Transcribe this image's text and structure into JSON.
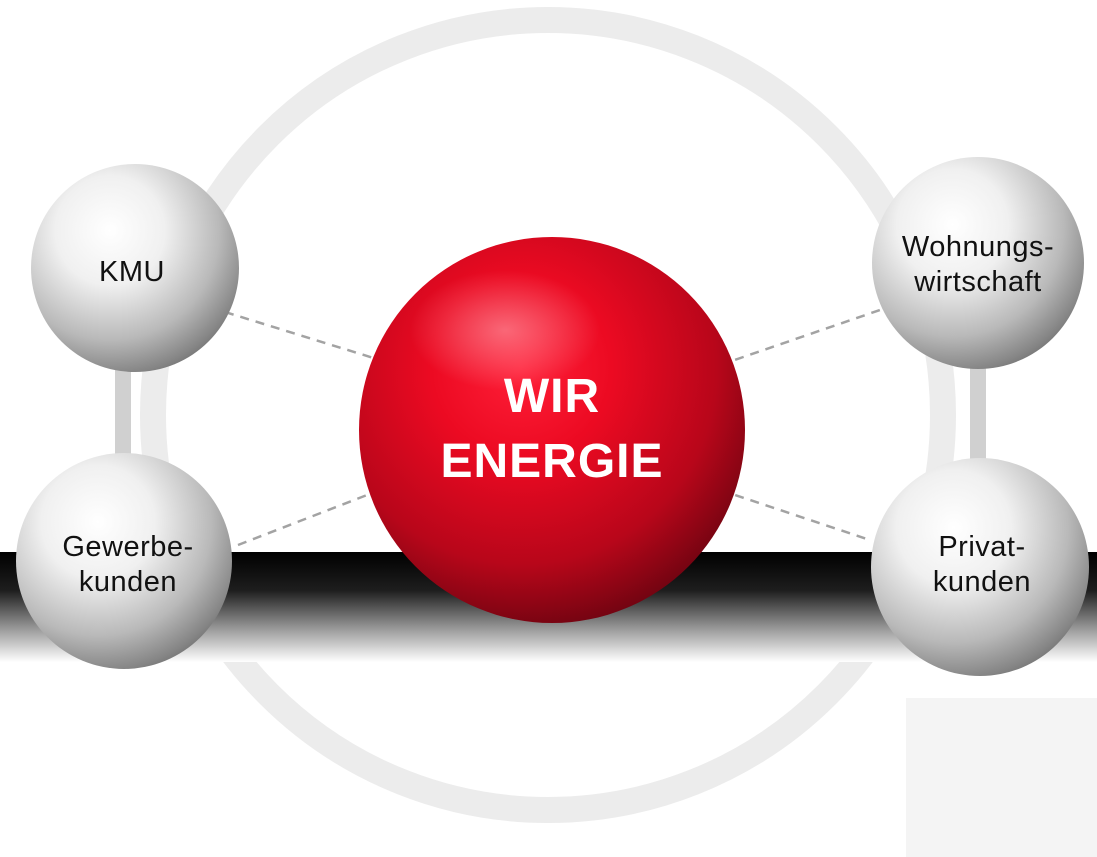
{
  "center": {
    "line1": "WIR",
    "line2": "ENERGIE",
    "color": "#d80018"
  },
  "nodes": {
    "kmu": {
      "lines": [
        "KMU"
      ]
    },
    "wohnungswirtschaft": {
      "lines": [
        "Wohnungs-",
        "wirtschaft"
      ]
    },
    "gewerbekunden": {
      "lines": [
        "Gewerbe-",
        "kunden"
      ]
    },
    "privatkunden": {
      "lines": [
        "Privat-",
        "kunden"
      ]
    }
  },
  "colors": {
    "ring": "#eaeaea",
    "connector": "#a0a0a0",
    "dark_band": "#141414",
    "sphere_silver": "#c8c8c8"
  }
}
